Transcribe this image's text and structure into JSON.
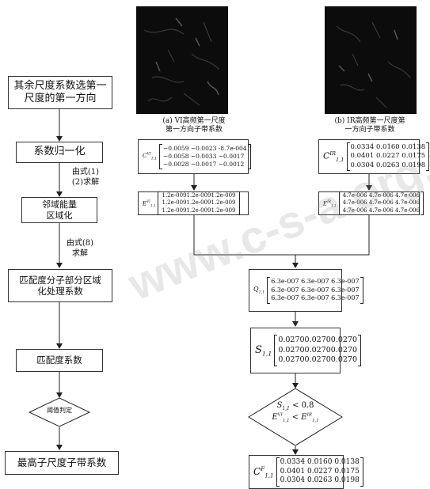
{
  "left_flow": {
    "step1": "其余尺度系数选第一\n尺度的第一方向",
    "step2": "系数归一化",
    "edge1": "由式(1)\n(2)求解",
    "step3": "邻域能量\n区域化",
    "edge2": "由式(8)\n求解",
    "step4": "匹配度分子部分区域\n化处理系数",
    "step5": "匹配度系数",
    "decision": "阈值判定",
    "step6": "最高子尺度子带系数"
  },
  "vi_column": {
    "caption": "(a) VI高频第一尺度\n第一方向子带系数",
    "coef_label": {
      "base": "C",
      "sub": "1,1",
      "sup": "VI"
    },
    "coef_rows": [
      "−0.0059 −0.0023  -8.7e-004",
      "−0.0058 −0.0033  −0.0017",
      "−0.0028 −0.0017  −0.0012"
    ],
    "energy_label": {
      "base": "E",
      "sub": "1,1",
      "sup": "VI"
    },
    "energy_rows": [
      "1.2e-0091.2e-0091.2e-009",
      "1.2e-0091.2e-0091.2e-009",
      "1.2e-0091.2e-0091.2e-009"
    ]
  },
  "ir_column": {
    "caption": "(b) IR高频第一尺度第\n一方向子带系数",
    "coef_label": {
      "base": "C",
      "sub": "1,1",
      "sup": "IR"
    },
    "coef_rows": [
      "0.0334  0.0160  0.0138",
      "0.0401  0.0227  0.0175",
      "0.0304  0.0263  0.0198"
    ],
    "energy_label": {
      "base": "E",
      "sub": "1,1",
      "sup": "IR"
    },
    "energy_rows": [
      "4.7e-006 4.7e-006 4.7e-006",
      "4.7e-006 4.7e-006 4.7e-006",
      "4.7e-006 4.7e-006 4.7e-006"
    ]
  },
  "center_column": {
    "q_label": {
      "base": "Q",
      "sub": "1,1",
      "sup": ""
    },
    "q_rows": [
      "6.3e-007 6.3e-007 6.3e-007",
      "6.3e-007 6.3e-007 6.3e-007",
      "6.3e-007 6.3e-007 6.3e-007"
    ],
    "s_label": {
      "base": "S",
      "sub": "1,1",
      "sup": ""
    },
    "s_rows": [
      "0.02700.02700.0270",
      "0.02700.02700.0270",
      "0.02700.02700.0270"
    ],
    "condition_line1": "< 0.8",
    "condition_line2": "<",
    "cond_s": {
      "base": "S",
      "sub": "1,1"
    },
    "cond_e_vi": {
      "base": "E",
      "sub": "1,1",
      "sup": "VI"
    },
    "cond_e_ir": {
      "base": "E",
      "sub": "1,1",
      "sup": "IR"
    },
    "f_label": {
      "base": "C",
      "sub": "1,1",
      "sup": "F"
    },
    "f_rows": [
      "0.0334 0.0160 0.0138",
      "0.0401 0.0227 0.0175",
      "0.0304 0.0263 0.0198"
    ]
  },
  "watermark": "www.c-s-a.org.cn"
}
